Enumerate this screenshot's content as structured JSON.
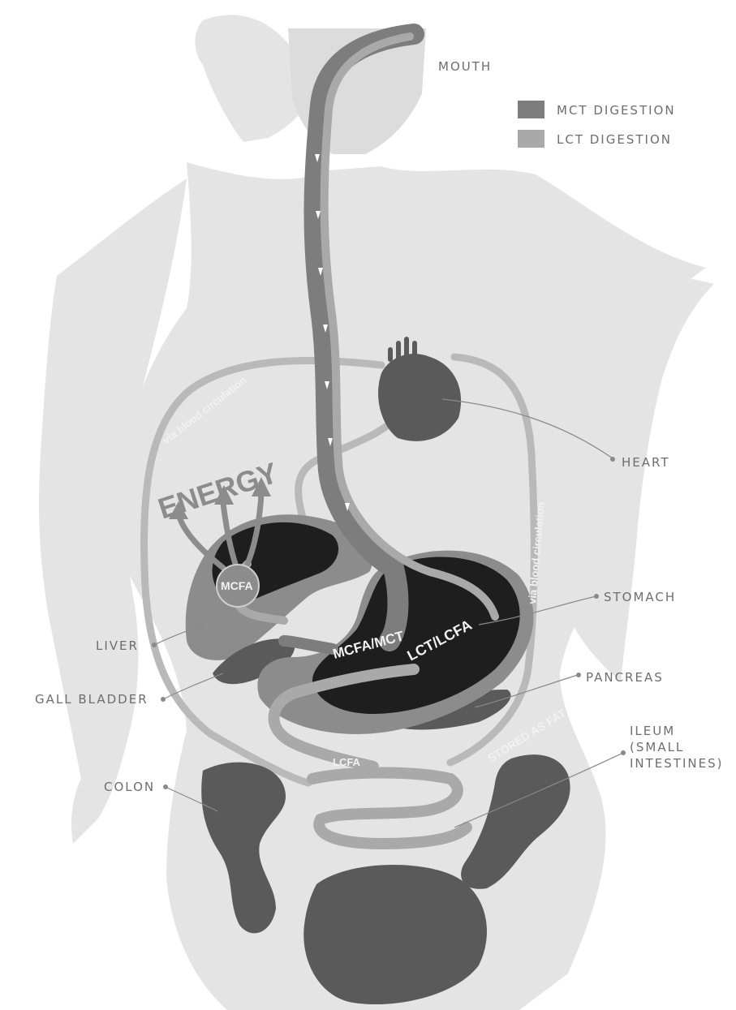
{
  "legend": {
    "mct": {
      "label": "MCT DIGESTION",
      "color": "#7d7d7d"
    },
    "lct": {
      "label": "LCT DIGESTION",
      "color": "#a9a9a9"
    }
  },
  "labels": {
    "mouth": "MOUTH",
    "heart": "HEART",
    "stomach": "STOMACH",
    "pancreas": "PANCREAS",
    "ileum_line1": "ILEUM",
    "ileum_line2": "(SMALL",
    "ileum_line3": "INTESTINES)",
    "liver": "LIVER",
    "gall_bladder": "GALL BLADDER",
    "colon": "COLON"
  },
  "inner_labels": {
    "energy": "ENERGY",
    "mcfa_liver": "MCFA",
    "mcfa_mct": "MCFA/MCT",
    "lct_lcfa": "LCT/LCFA",
    "lcfa": "LCFA",
    "stored_as_fat": "STORED AS FAT",
    "via_blood_left": "via blood circulation",
    "via_blood_right": "via blood circulation"
  },
  "colors": {
    "silhouette": "#e4e4e4",
    "organ_dark": "#1e1e1e",
    "organ_mid": "#5a5a5a",
    "organ_light": "#8c8c8c",
    "pathway_mct": "#7d7d7d",
    "pathway_lct": "#a9a9a9"
  }
}
